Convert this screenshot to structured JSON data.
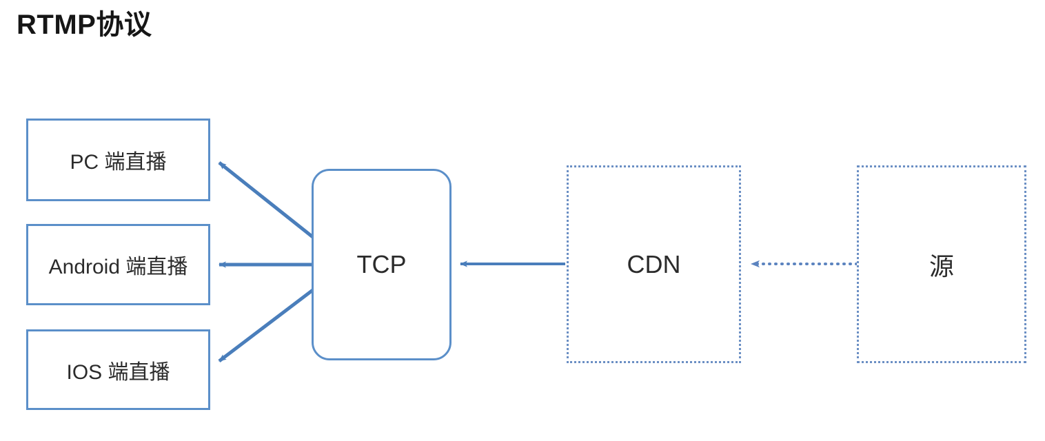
{
  "page": {
    "title": "RTMP协议",
    "background_color": "#ffffff"
  },
  "colors": {
    "node_border_solid": "#5b8fc9",
    "node_border_dotted": "#6b8fc4",
    "connector": "#4a7ebb",
    "text": "#2b2b2b",
    "title_text": "#161616"
  },
  "diagram": {
    "type": "flow",
    "nodes": [
      {
        "id": "pc",
        "label": "PC 端直播",
        "shape": "rectangle",
        "border": "solid"
      },
      {
        "id": "android",
        "label": "Android 端直播",
        "shape": "rectangle",
        "border": "solid"
      },
      {
        "id": "ios",
        "label": "IOS 端直播",
        "shape": "rectangle",
        "border": "solid"
      },
      {
        "id": "tcp",
        "label": "TCP",
        "shape": "rounded-rectangle",
        "border": "solid"
      },
      {
        "id": "cdn",
        "label": "CDN",
        "shape": "rectangle",
        "border": "dotted"
      },
      {
        "id": "origin",
        "label": "源",
        "shape": "rectangle",
        "border": "dotted"
      }
    ],
    "edges": [
      {
        "id": "tcp-to-pc",
        "from": "tcp",
        "to": "pc",
        "style": "solid",
        "arrow": "end"
      },
      {
        "id": "tcp-to-android",
        "from": "tcp",
        "to": "android",
        "style": "solid",
        "arrow": "end"
      },
      {
        "id": "tcp-to-ios",
        "from": "tcp",
        "to": "ios",
        "style": "solid",
        "arrow": "end"
      },
      {
        "id": "cdn-to-tcp",
        "from": "cdn",
        "to": "tcp",
        "style": "solid",
        "arrow": "end"
      },
      {
        "id": "origin-to-cdn",
        "from": "origin",
        "to": "cdn",
        "style": "dotted",
        "arrow": "end"
      }
    ]
  }
}
